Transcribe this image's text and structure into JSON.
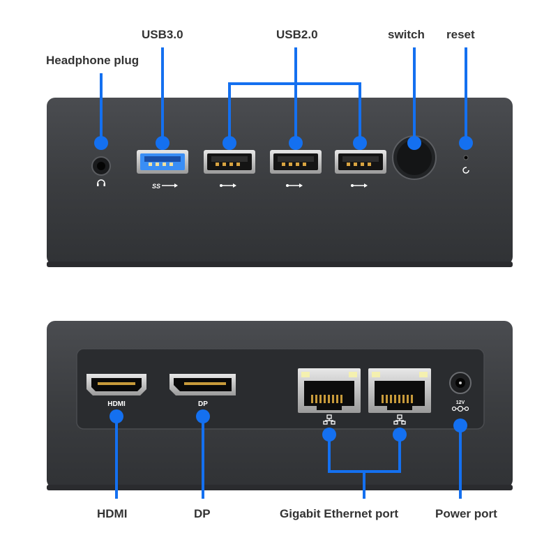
{
  "callouts": {
    "headphone": "Headphone plug",
    "usb3": "USB3.0",
    "usb2": "USB2.0",
    "switch": "switch",
    "reset": "reset",
    "hdmi": "HDMI",
    "dp": "DP",
    "ethernet": "Gigabit Ethernet port",
    "power": "Power port"
  },
  "port_marks": {
    "hdmi": "HDMI",
    "dp": "DP",
    "power_rating": "12V"
  },
  "colors": {
    "callout_blue": "#1470f0",
    "device_body": "#3b3d40",
    "panel": "#2a2c2f",
    "usb3_blue": "#3a8ef5"
  },
  "icons": {
    "headphone": "headphone-icon",
    "usb2": "usb-icon",
    "usb3": "usb-ss-icon",
    "ethernet": "network-icon",
    "reset": "reset-icon",
    "power": "dc-polarity-icon"
  }
}
